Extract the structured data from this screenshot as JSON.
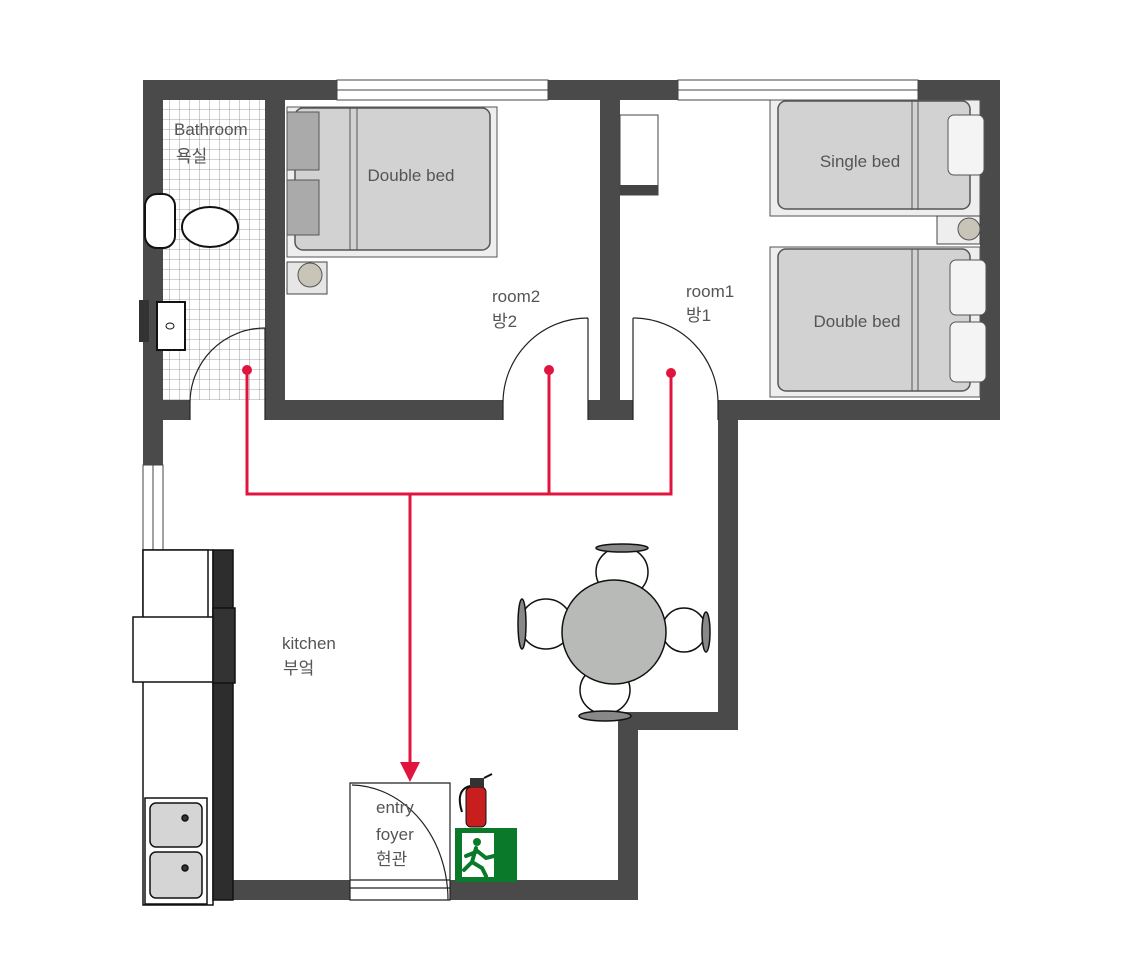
{
  "rooms": {
    "bathroom": {
      "en": "Bathroom",
      "ko": "욕실"
    },
    "room2": {
      "en": "room2",
      "ko": "방2"
    },
    "room1": {
      "en": "room1",
      "ko": "방1"
    },
    "kitchen": {
      "en": "kitchen",
      "ko": "부엌"
    },
    "entry": {
      "en1": "entry",
      "en2": "foyer",
      "ko": "현관"
    }
  },
  "furniture": {
    "room2_bed": "Double  bed",
    "room1_single": "Single  bed",
    "room1_double": "Double  bed"
  },
  "colors": {
    "wall": "#4a4a4a",
    "evac_path": "#e0143c",
    "exit_sign": "#0a7a2a",
    "extinguisher": "#c81e1e"
  }
}
